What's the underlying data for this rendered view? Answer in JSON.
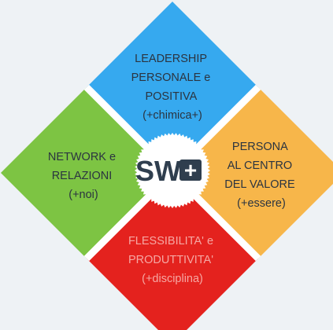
{
  "colors": {
    "background": "#eef2f5",
    "top": "#36a9ef",
    "left": "#7dc443",
    "right": "#f7b64a",
    "bottom": "#e4221e",
    "separator": "#ffffff",
    "hub_text": "#2f3e4e",
    "hub_box": "#2f3e4e",
    "dark_text": "#2b3440",
    "red_text": "#f6a7a3"
  },
  "icons": {
    "hub_badge": "scalloped-circle"
  },
  "hub": {
    "letters": "SW",
    "plus": "+"
  },
  "quadrants": {
    "top": {
      "lines": [
        "LEADERSHIP",
        "PERSONALE e",
        "POSITIVA",
        "(+chimica+)"
      ]
    },
    "left": {
      "lines": [
        "NETWORK e",
        "RELAZIONI",
        "(+noi)"
      ]
    },
    "right": {
      "lines": [
        "PERSONA",
        "AL CENTRO",
        "DEL VALORE",
        "(+essere)"
      ]
    },
    "bottom": {
      "lines": [
        "FLESSIBILITA' e",
        "PRODUTTIVITA'",
        "(+disciplina)"
      ]
    }
  }
}
